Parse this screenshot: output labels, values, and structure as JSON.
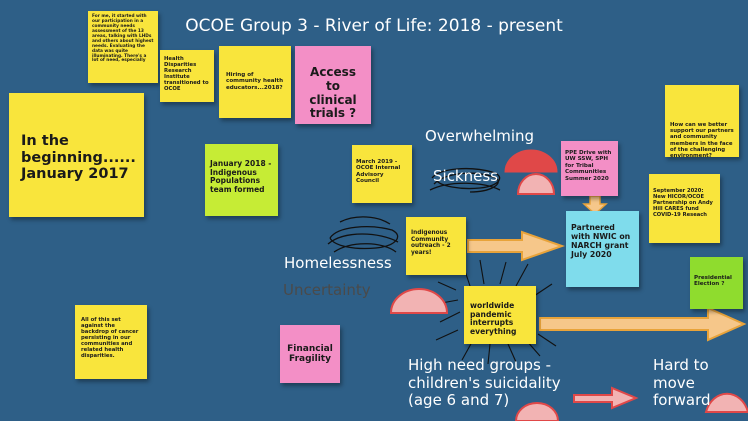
{
  "title": "OCOE Group 3 - River of Life: 2018 - present",
  "notes": {
    "started": "For me, it started with our participation in a community needs assessment of the 13 areas, talking with LHDs and others about highest needs. Evaluating the data was quite illuminating. There's a lot of need, especially",
    "hdri": "Health Disparities Research Institute transitioned to OCOE",
    "hiring": "Hiring of community health educators...2018?",
    "access": "Access to clinical trials ?",
    "beginning": "In the beginning...... January 2017",
    "jan2018": "January 2018 - Indigenous Populations team formed",
    "march2019": "March 2019 - OCOE Internal Advisory Council",
    "ppe": "PPE Drive with UW SSW, SPH for Tribal Communities Summer 2020",
    "support": "How can we better support our partners and community members in the face of the challenging environment?",
    "sept2020": "September 2020: New HICOR/OCOE Partnership on Andy Hill CARES fund COVID-19 Reseach",
    "partnered": "Partnered with NWIC on NARCH grant July 2020",
    "indigenous": "Indigenous Community outreach - 2 years!",
    "election": "Presidential Election ?",
    "pandemic": "worldwide pandemic interrupts everything",
    "backdrop": "All of this set against the backdrop of cancer persisting in our communities and related health disparities.",
    "financial": "Financial Fragility"
  },
  "labels": {
    "overwhelming": "Overwhelming",
    "sickness": "Sickness",
    "homelessness": "Homelessness",
    "uncertainty": "Uncertainty",
    "high_need": "High need groups - children's suicidality (age 6 and 7)",
    "hard": "Hard to move forward"
  },
  "colors": {
    "background": "#2e5f87",
    "yellow_note": "#f9e53c",
    "lime_note": "#c6ec35",
    "pink_note": "#f38fc6",
    "cyan_note": "#7fdcec",
    "arrow_fill": "#f6c78a",
    "arrow_stroke": "#e8a33a",
    "red_shape": "#e04848",
    "pink_shape": "#f2b3b3"
  }
}
